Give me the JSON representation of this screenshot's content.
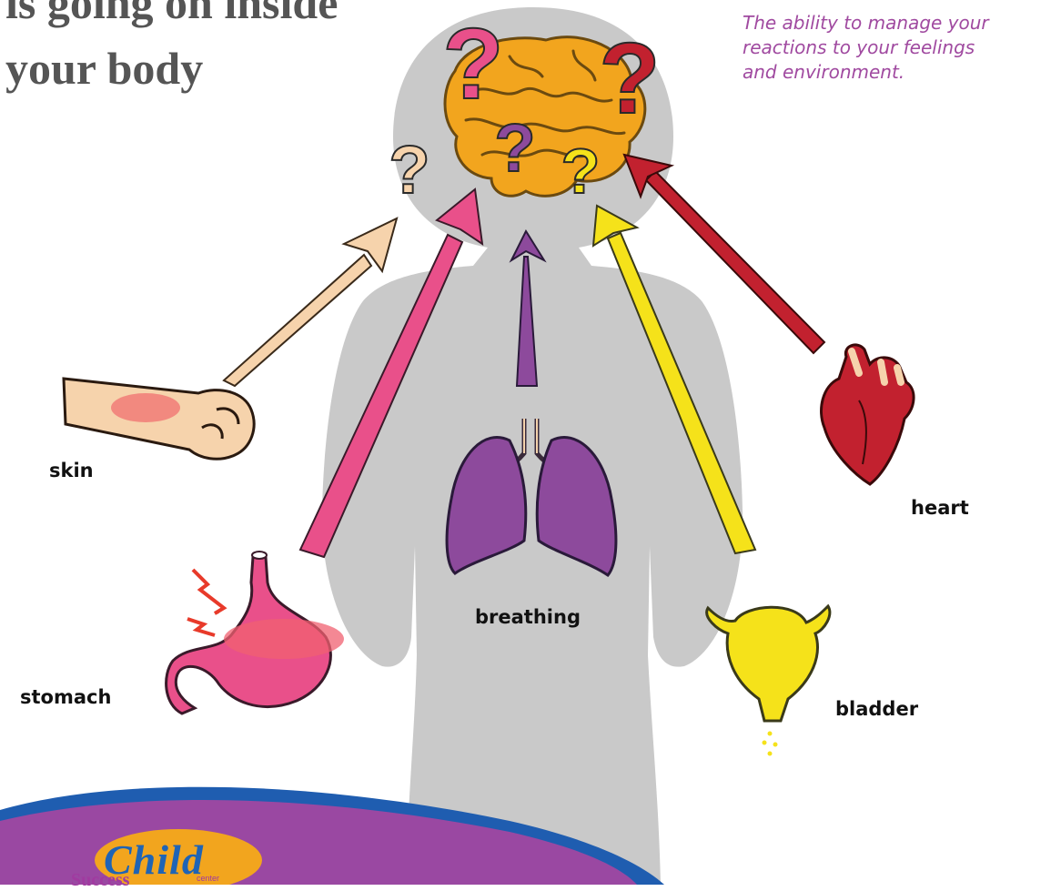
{
  "heading": {
    "line1": "is going on inside",
    "line2": "your body"
  },
  "definition": {
    "lines": [
      "The ability to manage your",
      "reactions to your feelings",
      "and environment."
    ]
  },
  "labels": {
    "skin": "skin",
    "heart": "heart",
    "breathing": "breathing",
    "stomach": "stomach",
    "bladder": "bladder"
  },
  "question_mark": "?",
  "logo": {
    "word1": "Child",
    "word2": "Success",
    "word3": "center"
  },
  "colors": {
    "body": "#c9c9c9",
    "brain": "#f2a51e",
    "skin_arrow": "#f6d3ac",
    "stomach_arrow": "#e9508a",
    "breathing_arrow": "#8d4a9c",
    "bladder_arrow": "#f5e21a",
    "heart_arrow": "#c2212f",
    "banner_purple": "#9a48a2",
    "banner_blue": "#1f5db0"
  }
}
